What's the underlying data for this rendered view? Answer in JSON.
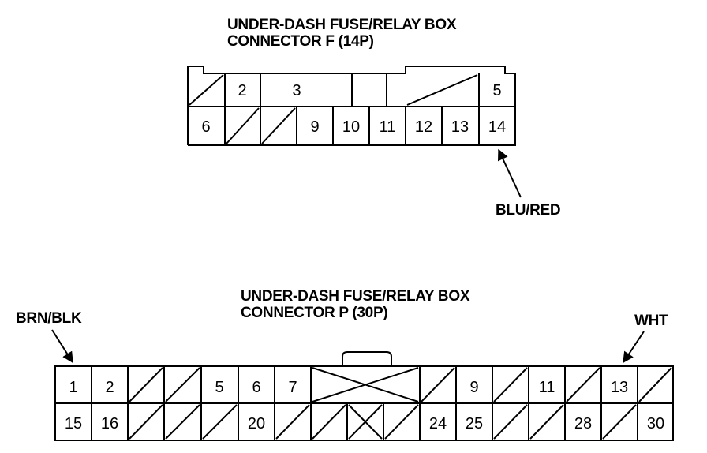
{
  "connector_f": {
    "title_line1": "UNDER-DASH FUSE/RELAY BOX",
    "title_line2": "CONNECTOR F (14P)",
    "pins": {
      "p2": "2",
      "p3": "3",
      "p5": "5",
      "p6": "6",
      "p9": "9",
      "p10": "10",
      "p11": "11",
      "p12": "12",
      "p13": "13",
      "p14": "14"
    },
    "wire_label": "BLU/RED"
  },
  "connector_p": {
    "title_line1": "UNDER-DASH FUSE/RELAY BOX",
    "title_line2": "CONNECTOR P (30P)",
    "pins": {
      "p1": "1",
      "p2": "2",
      "p5": "5",
      "p6": "6",
      "p7": "7",
      "p9": "9",
      "p11": "11",
      "p13": "13",
      "p15": "15",
      "p16": "16",
      "p20": "20",
      "p24": "24",
      "p25": "25",
      "p28": "28",
      "p30": "30"
    },
    "wire_left_label": "BRN/BLK",
    "wire_right_label": "WHT"
  }
}
